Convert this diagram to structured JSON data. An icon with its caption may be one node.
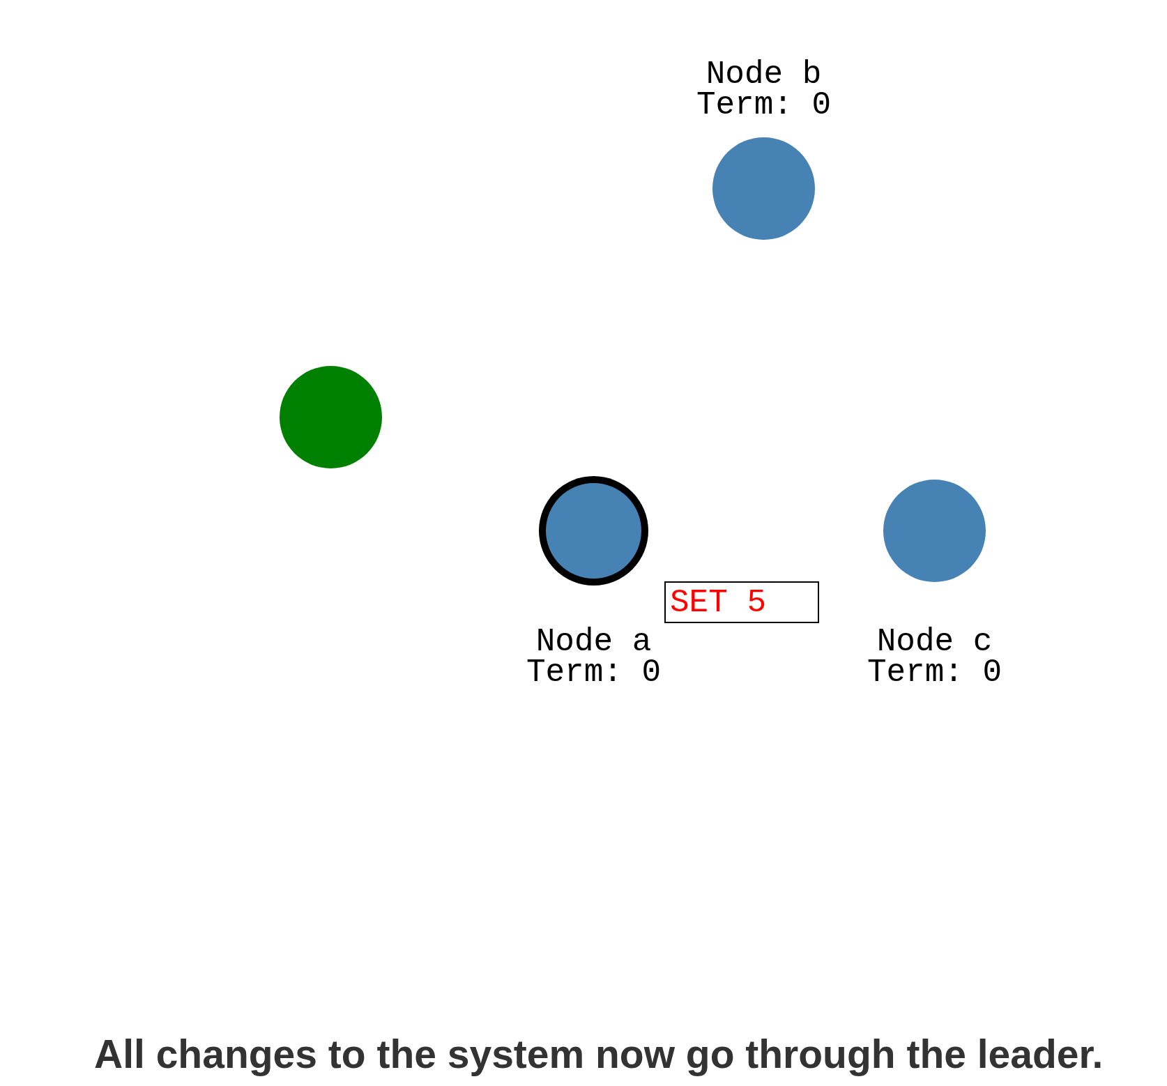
{
  "diagram": {
    "caption": "All changes to the system now go through the leader.",
    "nodes": [
      {
        "text": [
          "Node b",
          "Term: 0"
        ]
      },
      {
        "text": [],
        "shape": "circle"
      },
      {
        "text": [
          "Node a",
          "Term: 0"
        ]
      },
      {
        "text": [
          "Node c",
          "Term: 0"
        ]
      },
      {
        "text": [
          "SET 5"
        ]
      }
    ]
  }
}
